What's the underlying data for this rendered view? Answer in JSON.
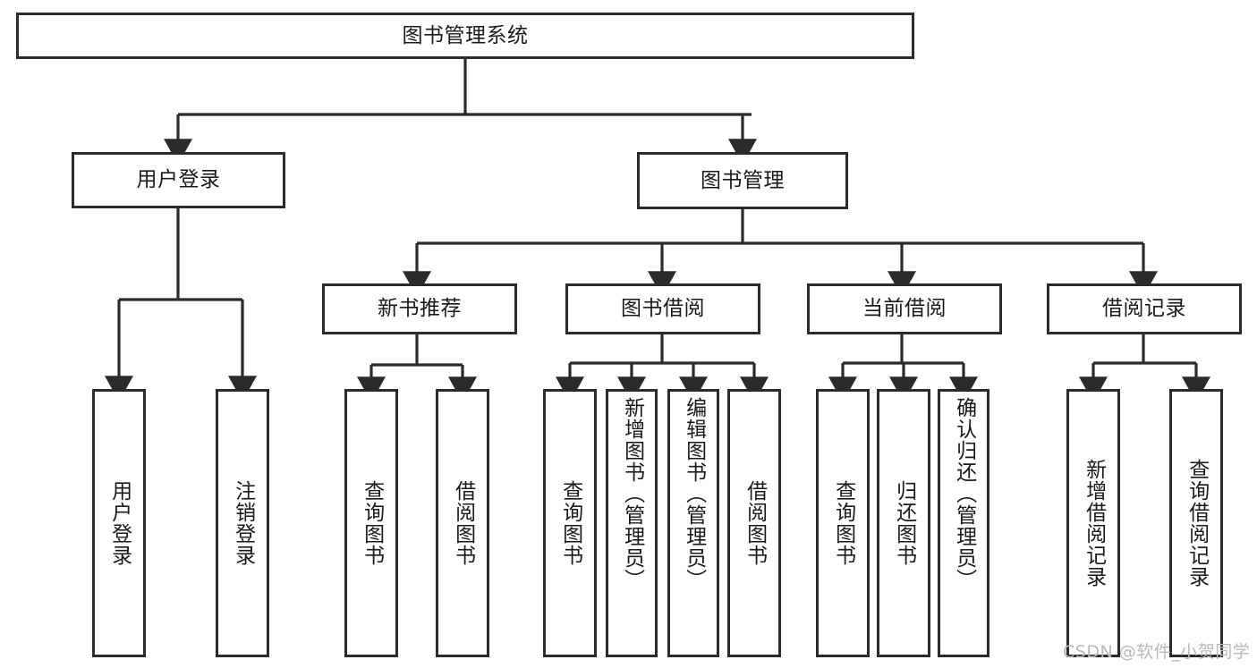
{
  "diagram": {
    "type": "tree",
    "title": "图书管理系统",
    "orientation": "top-down",
    "colors": {
      "background": "#ffffff",
      "stroke": "#2b2b2b",
      "text": "#1a1a1a",
      "watermark": "#b9b9b9"
    },
    "root": {
      "label": "图书管理系统"
    },
    "level2": [
      {
        "label": "用户登录"
      },
      {
        "label": "图书管理"
      }
    ],
    "level3": [
      {
        "label": "新书推荐"
      },
      {
        "label": "图书借阅"
      },
      {
        "label": "当前借阅"
      },
      {
        "label": "借阅记录"
      }
    ],
    "leaves": {
      "user_login": [
        {
          "label": "用户登录"
        },
        {
          "label": "注销登录"
        }
      ],
      "new_book_recommend": [
        {
          "label": "查询图书"
        },
        {
          "label": "借阅图书"
        }
      ],
      "book_borrow": [
        {
          "label": "查询图书"
        },
        {
          "label": "新增图书（管理员）"
        },
        {
          "label": "编辑图书（管理员）"
        },
        {
          "label": "借阅图书"
        }
      ],
      "current_borrow": [
        {
          "label": "查询图书"
        },
        {
          "label": "归还图书"
        },
        {
          "label": "确认归还（管理员）"
        }
      ],
      "borrow_record": [
        {
          "label": "新增借阅记录"
        },
        {
          "label": "查询借阅记录"
        }
      ]
    },
    "watermark": "CSDN @软件_小贺同学"
  }
}
